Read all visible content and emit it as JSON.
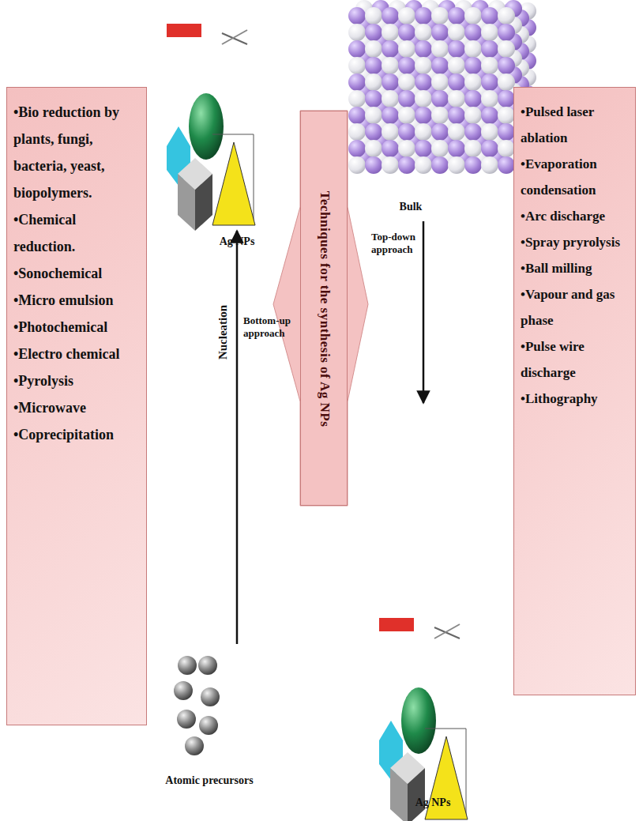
{
  "diagram": {
    "nodes": [
      {
        "text": [
          "•Bio reduction by plants, fungi, bacteria, yeast, biopolymers.",
          "•Chemical reduction.",
          "•Sonochemical",
          "•Micro emulsion",
          "•Photochemical",
          "•Electro chemical",
          "•Pyrolysis",
          "•Microwave",
          "•Coprecipitation"
        ]
      },
      {
        "text": [
          "Techniques for the synthesis of Ag NPs"
        ]
      },
      {
        "text": [
          "•Pulsed laser ablation",
          "•Evaporation condensation",
          "•Arc discharge",
          "•Spray pryrolysis",
          "•Ball milling",
          "•Vapour and gas phase",
          "•Pulse wire discharge",
          "•Lithography"
        ]
      }
    ],
    "labels": [
      "Ag NPs",
      "Nucleation",
      "Bottom-up approach",
      "Atomic precursors",
      "Bulk",
      "Top-down approach",
      "Ag NPs"
    ]
  }
}
